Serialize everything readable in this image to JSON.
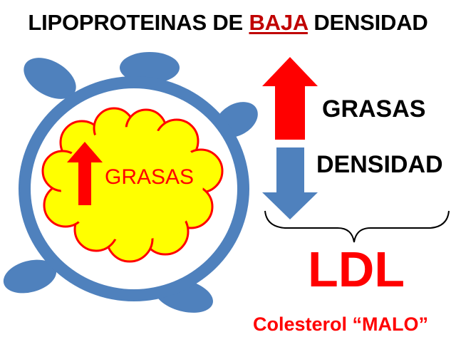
{
  "title": {
    "before": "LIPOPROTEINAS DE ",
    "highlight": "BAJA",
    "after": " DENSIDAD"
  },
  "particle": {
    "inner_label": "GRASAS",
    "shell_color": "#4f81bd",
    "core_color": "#ffff00",
    "core_border_color": "#ff0000",
    "arrow_icon": "arrow-up-icon",
    "arrow_color": "#ff0000"
  },
  "indicators": {
    "fat": {
      "label": "GRASAS",
      "icon": "arrow-up-icon",
      "color": "#ff0000"
    },
    "density": {
      "label": "DENSIDAD",
      "icon": "arrow-down-icon",
      "color": "#4f81bd"
    }
  },
  "result": {
    "abbreviation": "LDL",
    "subtitle": "Colesterol “MALO”",
    "color": "#ff0000"
  }
}
